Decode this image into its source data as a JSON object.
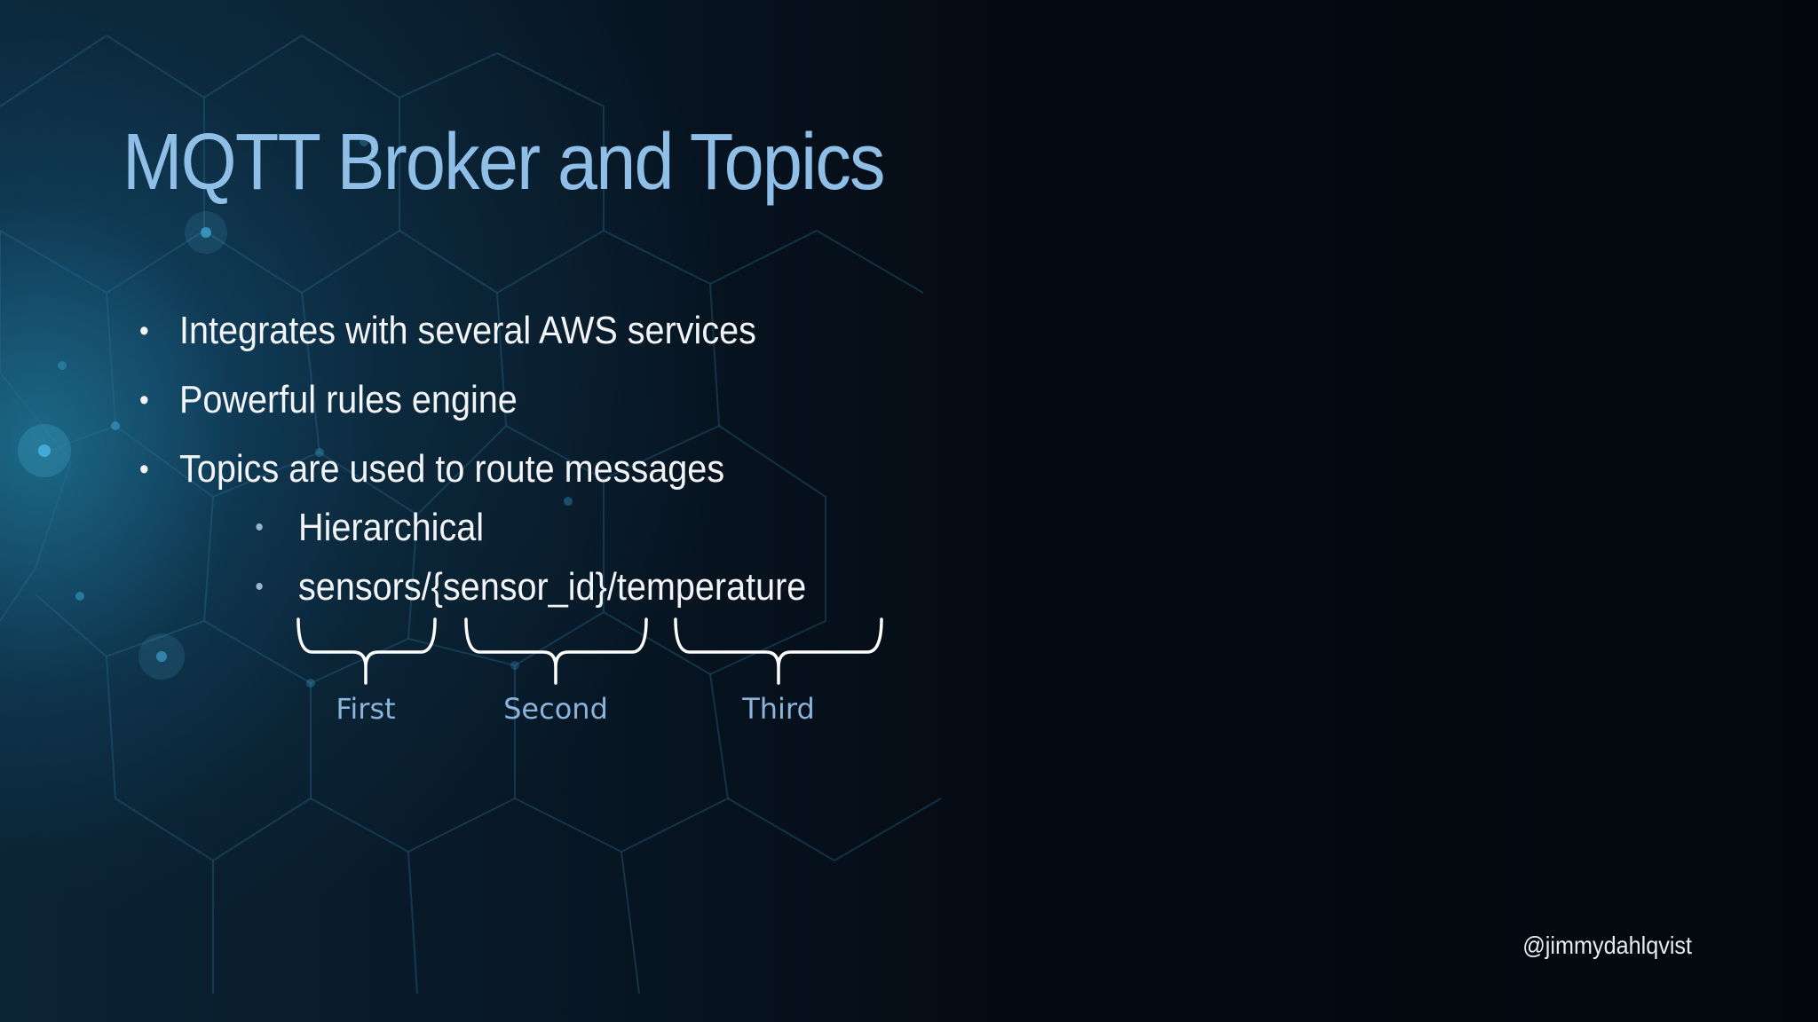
{
  "slide": {
    "title": "MQTT Broker and Topics",
    "bullets": [
      "Integrates with several AWS services",
      "Powerful rules engine",
      "Topics are used to route messages"
    ],
    "sub_bullets": [
      "Hierarchical",
      "sensors/{sensor_id}/temperature"
    ],
    "segment_labels": [
      "First",
      "Second",
      "Third"
    ],
    "handle": "@jimmydahlqvist",
    "bullet_glyph": "•"
  },
  "colors": {
    "title": "#8fbfe6",
    "body_text": "#f2f4f7",
    "segment_label": "#8ab4dc",
    "background": "#050a12",
    "accent_glow": "#2896be"
  }
}
